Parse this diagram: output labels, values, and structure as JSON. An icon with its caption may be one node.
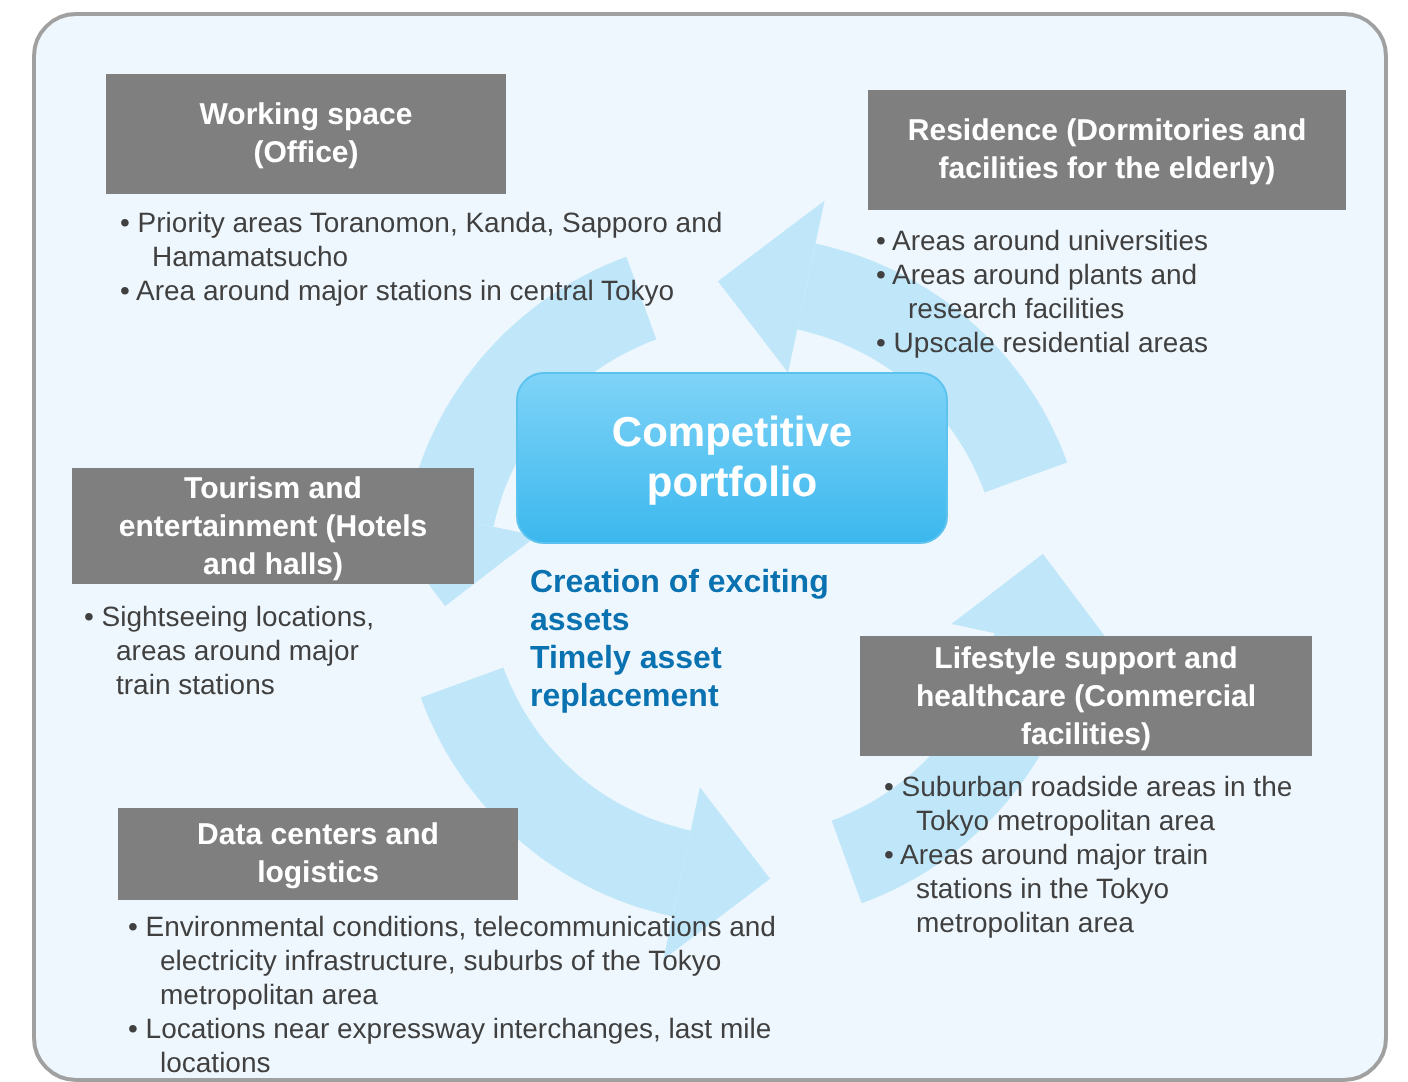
{
  "diagram": {
    "nodes": [
      {
        "text": [
          "Working space (Office)"
        ],
        "beside": [
          "• Priority areas Toranomon, Kanda, Sapporo and Hamamatsucho",
          "• Area around major stations in central Tokyo"
        ]
      },
      {
        "text": [
          "Residence (Dormitories and facilities for the elderly)"
        ],
        "beside": [
          "• Areas around universities",
          "• Areas around plants and research facilities",
          "• Upscale residential areas"
        ]
      },
      {
        "text": [
          "Competitive portfolio"
        ]
      },
      {
        "text": [
          "Tourism and entertainment (Hotels and halls)"
        ],
        "beside": [
          "• Sightseeing locations, areas around major train stations"
        ]
      },
      {
        "text": [
          "Lifestyle support and healthcare (Commercial facilities)"
        ],
        "beside": [
          "• Suburban roadside areas in the Tokyo metropolitan area",
          "• Areas around major train stations in the Tokyo metropolitan area"
        ]
      },
      {
        "text": [
          "Data centers and logistics"
        ],
        "beside": [
          "• Environmental conditions, telecommunications and electricity infrastructure, suburbs of the Tokyo metropolitan area",
          "• Locations near expressway interchanges, last mile locations"
        ]
      }
    ],
    "edges": [],
    "labels": [
      "Creation of exciting assets",
      "Timely asset replacement"
    ]
  }
}
